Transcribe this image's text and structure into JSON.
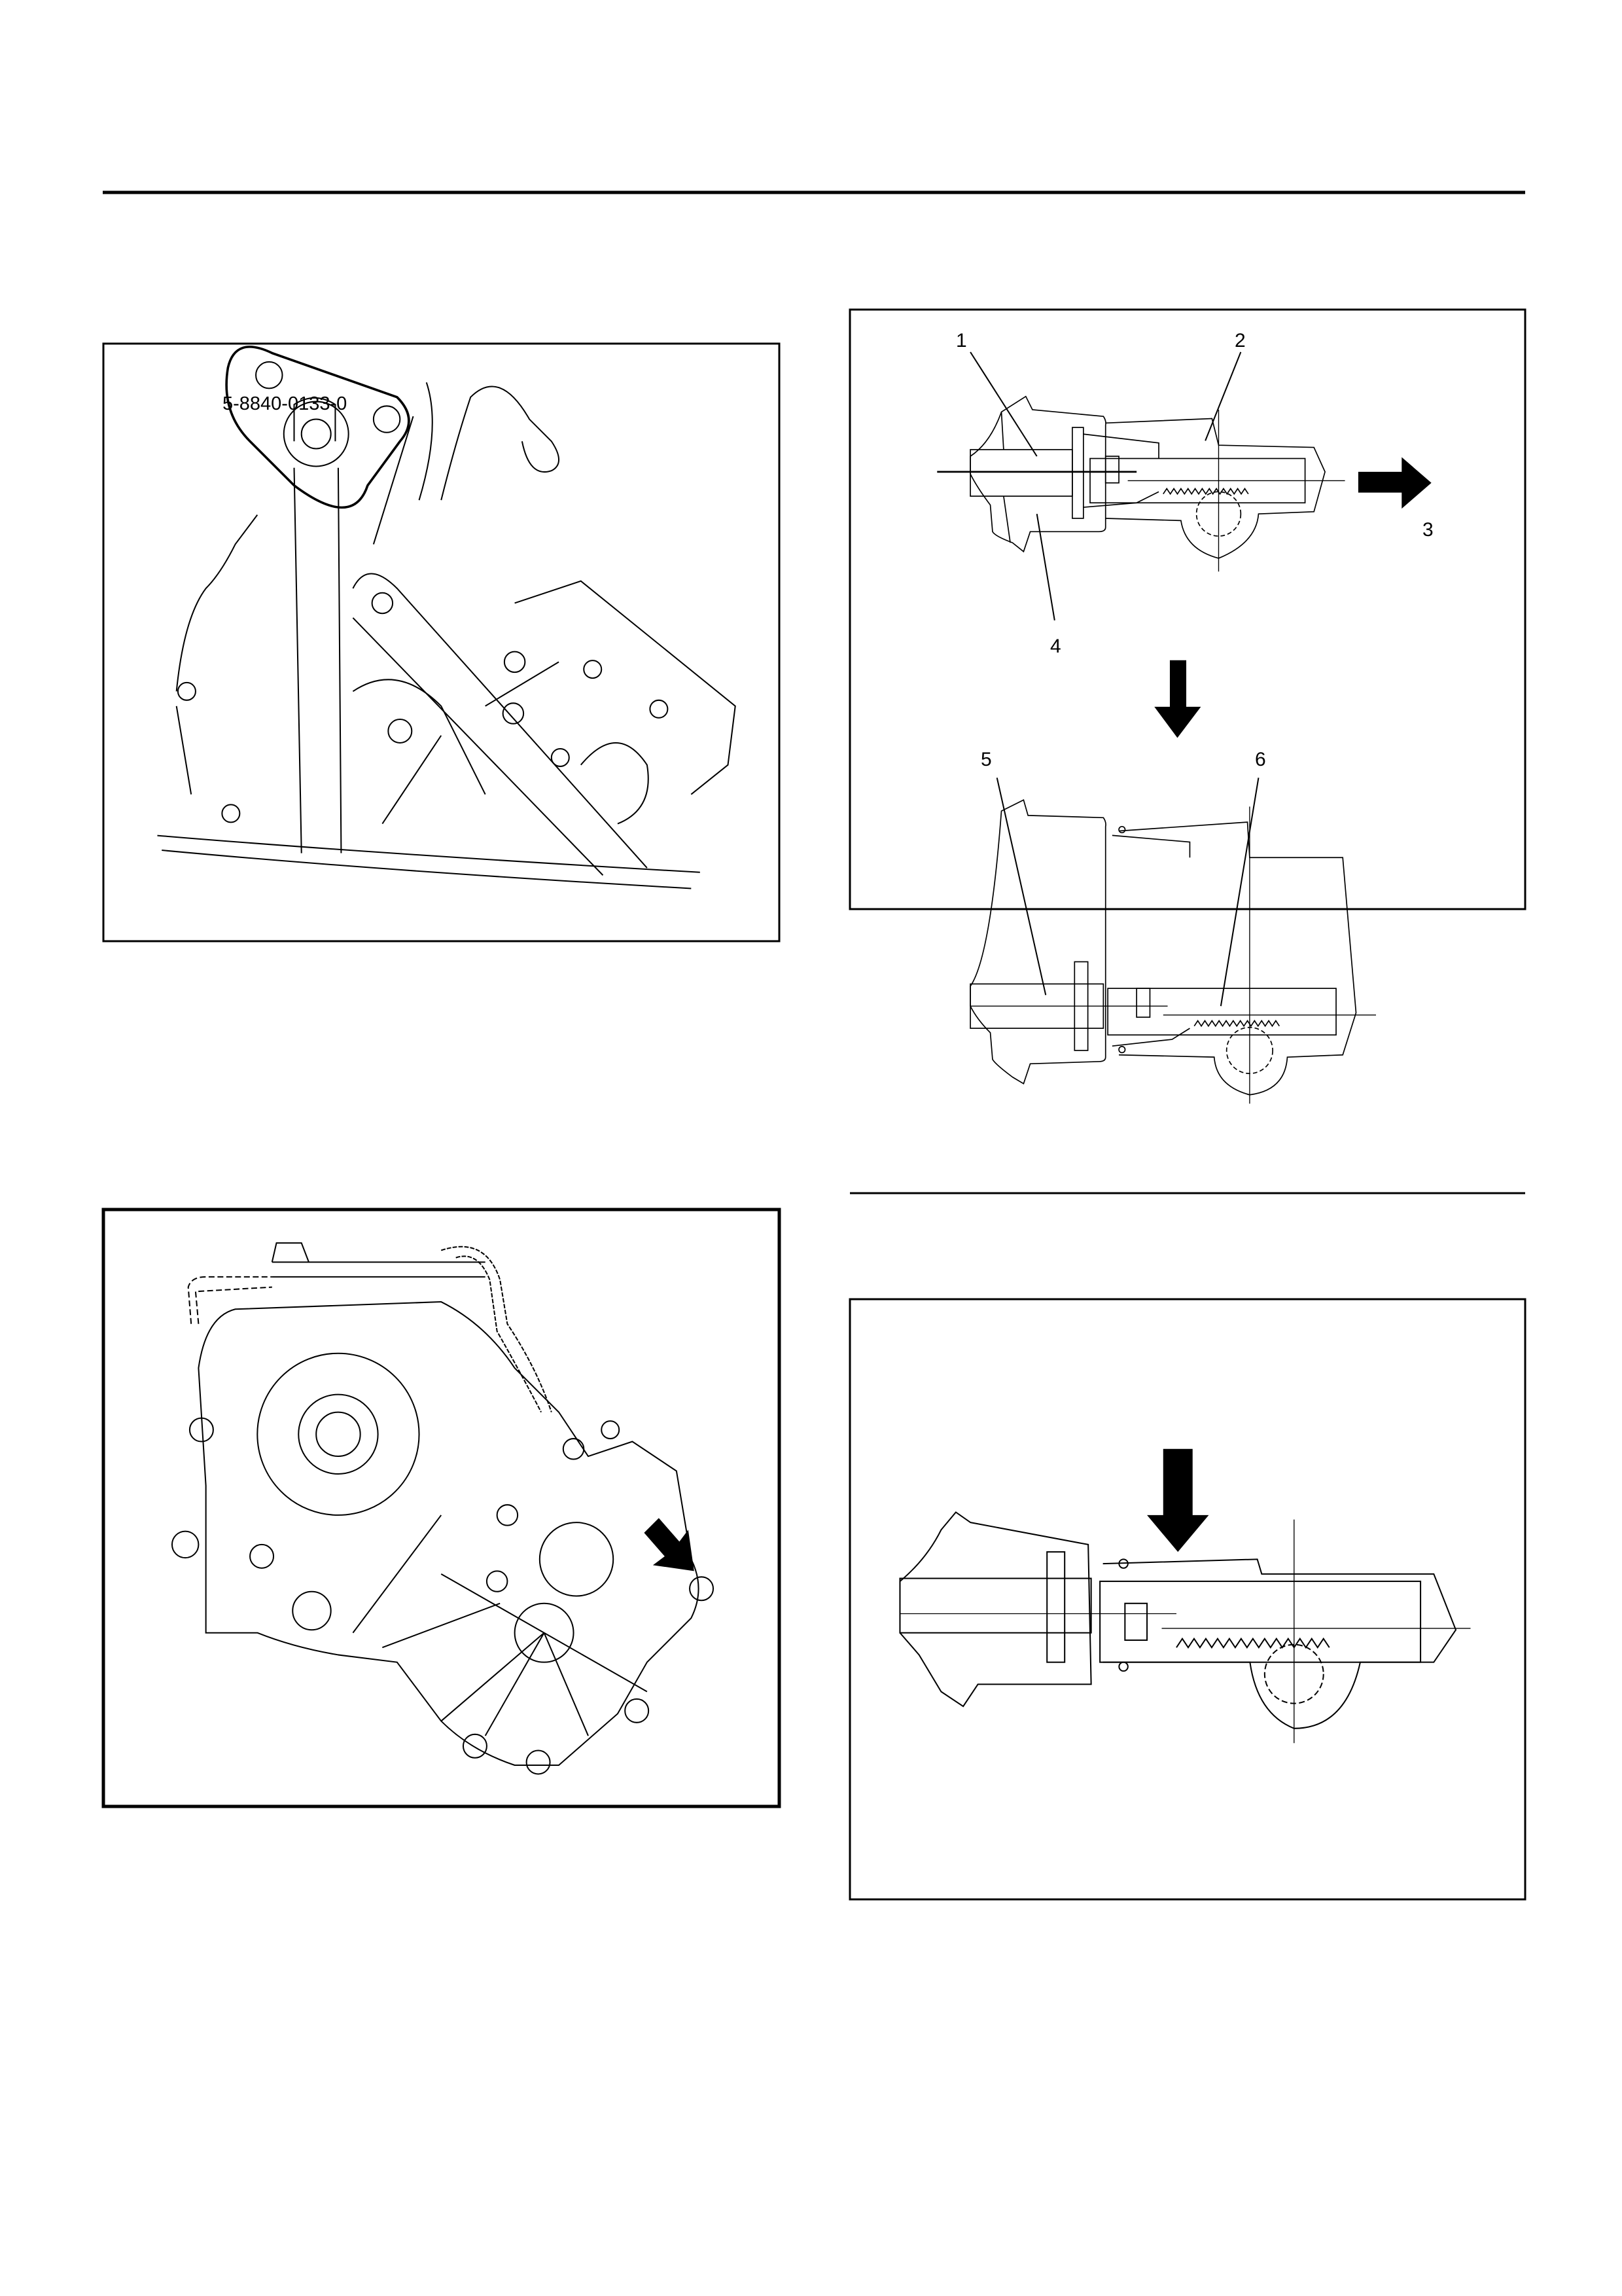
{
  "figure_1": {
    "tool_label": "5-8840-0133-0"
  },
  "figure_2": {
    "callouts": [
      "1",
      "2",
      "3",
      "4",
      "5",
      "6"
    ]
  },
  "figure_3": {},
  "figure_4": {},
  "colors": {
    "ink": "#000000",
    "paper": "#ffffff"
  }
}
